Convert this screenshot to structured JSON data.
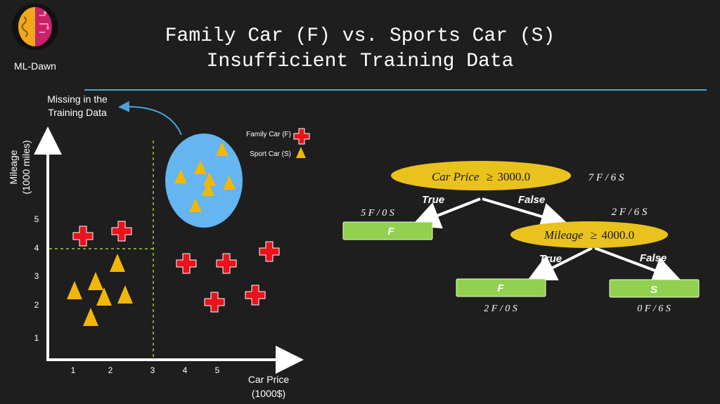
{
  "brand": {
    "name": "ML-Dawn",
    "logo_icon": "brain-circuit-icon"
  },
  "title": {
    "line1": "Family Car (F) vs. Sports Car (S)",
    "line2": "Insufficient Training Data"
  },
  "colors": {
    "background": "#1e1e1e",
    "accent_line": "#4aa3d8",
    "family_car": "#e8131b",
    "sport_car": "#f2b705",
    "bubble": "#64b5f0",
    "tree_node": "#e9c21d",
    "leaf": "#92d050",
    "dashed_line": "#9acd32"
  },
  "callout": {
    "line1": "Missing in the",
    "line2": "Training Data"
  },
  "legend": {
    "family_label": "Family Car (F)",
    "family_icon": "red-cross-icon",
    "sport_label": "Sport Car (S)",
    "sport_icon": "yellow-triangle-icon"
  },
  "scatter": {
    "x_axis_label_line1": "Car Price",
    "x_axis_label_line2": "(1000$)",
    "y_axis_label_line1": "Mileage",
    "y_axis_label_line2": "(1000 miles)",
    "x_ticks": [
      "1",
      "2",
      "3",
      "4",
      "5"
    ],
    "y_ticks": [
      "1",
      "2",
      "3",
      "4",
      "5"
    ]
  },
  "tree": {
    "root": {
      "var": "Car Price",
      "op": "≥",
      "value": "3000.0",
      "count": "7 F / 6 S"
    },
    "root_true_label": "True",
    "root_false_label": "False",
    "left_leaf": {
      "label": "F",
      "count": "5 F / 0 S"
    },
    "right_node": {
      "var": "Mileage",
      "op": "≥",
      "value": "4000.0",
      "count": "2 F / 6 S"
    },
    "right_true_label": "True",
    "right_false_label": "False",
    "rl_leaf": {
      "label": "F",
      "count": "2 F / 0 S"
    },
    "rr_leaf": {
      "label": "S",
      "count": "0 F / 6 S"
    }
  }
}
